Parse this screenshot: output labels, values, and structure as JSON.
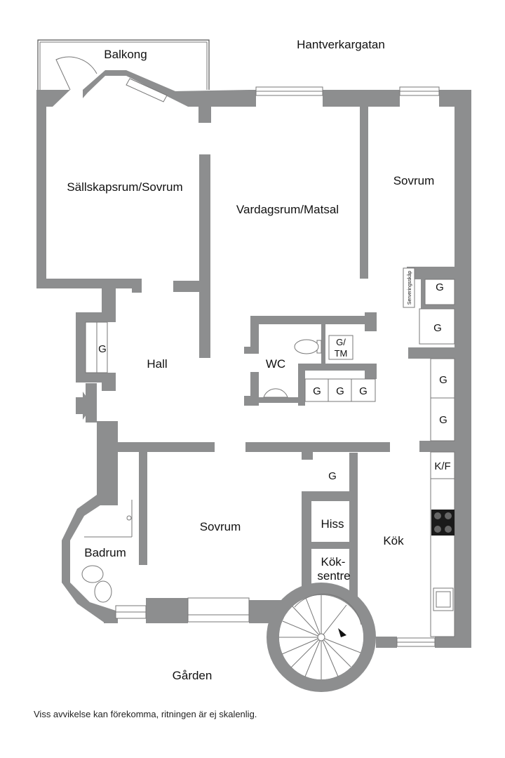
{
  "labels": {
    "street": "Hantverkargatan",
    "courtyard": "Gården",
    "balcony": "Balkong",
    "salon": "Sällskapsrum/Sovrum",
    "living": "Vardagsrum/Matsal",
    "bedroom_ne": "Sovrum",
    "hall": "Hall",
    "wc": "WC",
    "bedroom_s": "Sovrum",
    "bathroom": "Badrum",
    "lift": "Hiss",
    "kitchen_centre_1": "Kök-",
    "kitchen_centre_2": "sentre",
    "kitchen": "Kök",
    "serving_cupboard": "Serveringsskåp",
    "fridge_freezer": "K/F",
    "wardrobe": "G",
    "wardrobe_tm_1": "G/",
    "wardrobe_tm_2": "TM"
  },
  "disclaimer": "Viss avvikelse kan förekomma, ritningen är ej skalenlig."
}
